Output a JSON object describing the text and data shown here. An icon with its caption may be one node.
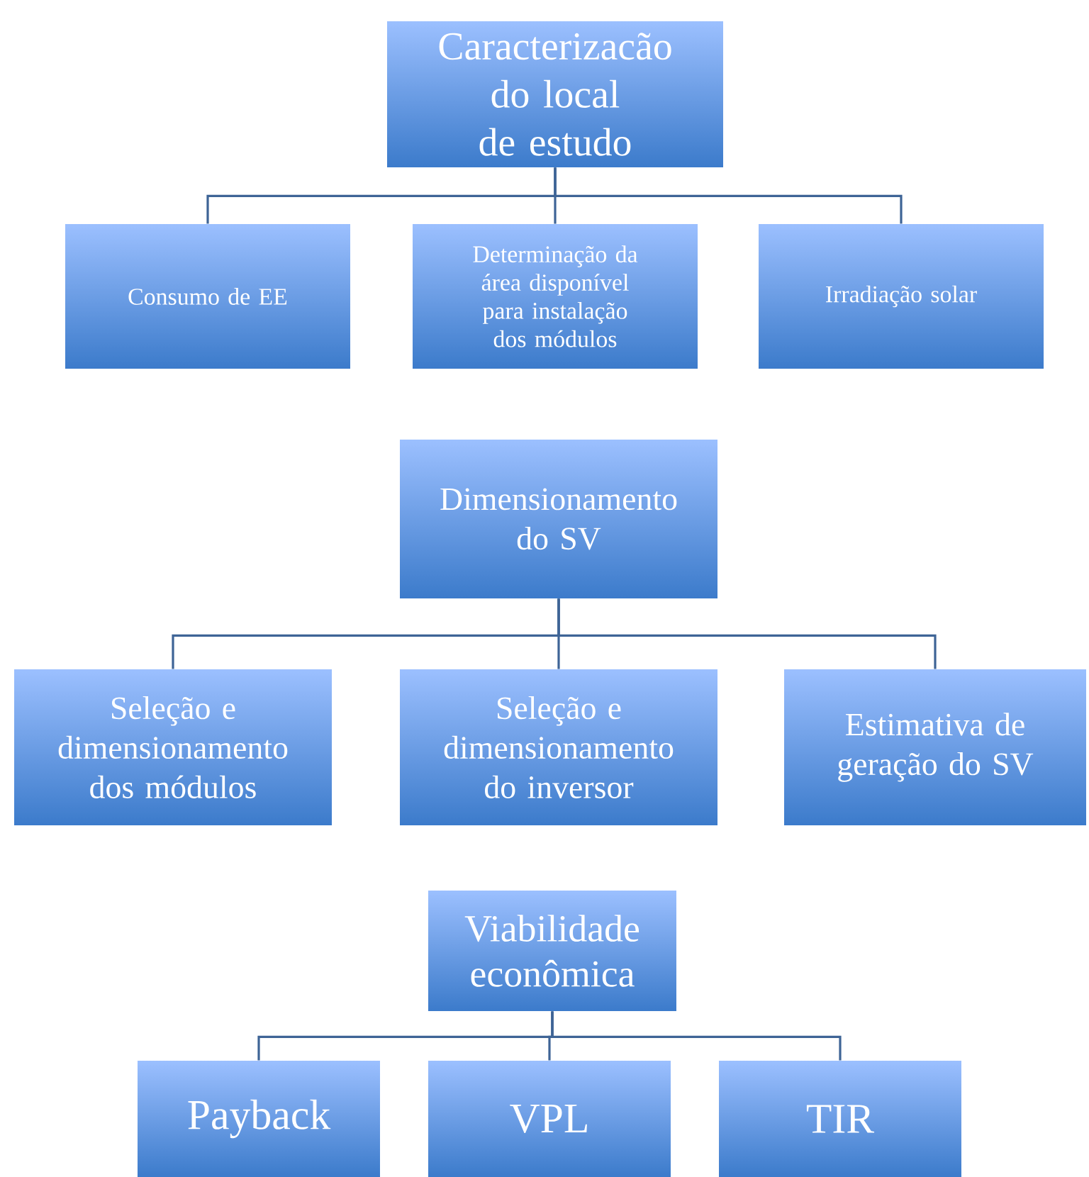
{
  "diagram": {
    "nodes": [
      {
        "text": [
          "Caracterizacão do local de estudo"
        ]
      },
      {
        "text": [
          "Consumo de EE"
        ]
      },
      {
        "text": [
          "Determinação da área disponível para instalação dos módulos"
        ]
      },
      {
        "text": [
          "Irradiação solar"
        ]
      },
      {
        "text": [
          "Dimensionamento do SV"
        ]
      },
      {
        "text": [
          "Seleção e dimensionamento dos módulos"
        ]
      },
      {
        "text": [
          "Seleção e dimensionamento do inversor"
        ]
      },
      {
        "text": [
          "Estimativa de geração do SV"
        ]
      },
      {
        "text": [
          "Viabilidade econômica"
        ]
      },
      {
        "text": [
          "Payback"
        ]
      },
      {
        "text": [
          "VPL"
        ]
      },
      {
        "text": [
          "TIR"
        ]
      }
    ],
    "edges": [
      {
        "from": 0,
        "to": 1,
        "arrow": "none"
      },
      {
        "from": 0,
        "to": 2,
        "arrow": "none"
      },
      {
        "from": 0,
        "to": 3,
        "arrow": "none"
      },
      {
        "from": 4,
        "to": 5,
        "arrow": "none"
      },
      {
        "from": 4,
        "to": 6,
        "arrow": "none"
      },
      {
        "from": 4,
        "to": 7,
        "arrow": "none"
      },
      {
        "from": 8,
        "to": 9,
        "arrow": "none"
      },
      {
        "from": 8,
        "to": 10,
        "arrow": "none"
      },
      {
        "from": 8,
        "to": 11,
        "arrow": "none"
      }
    ]
  }
}
